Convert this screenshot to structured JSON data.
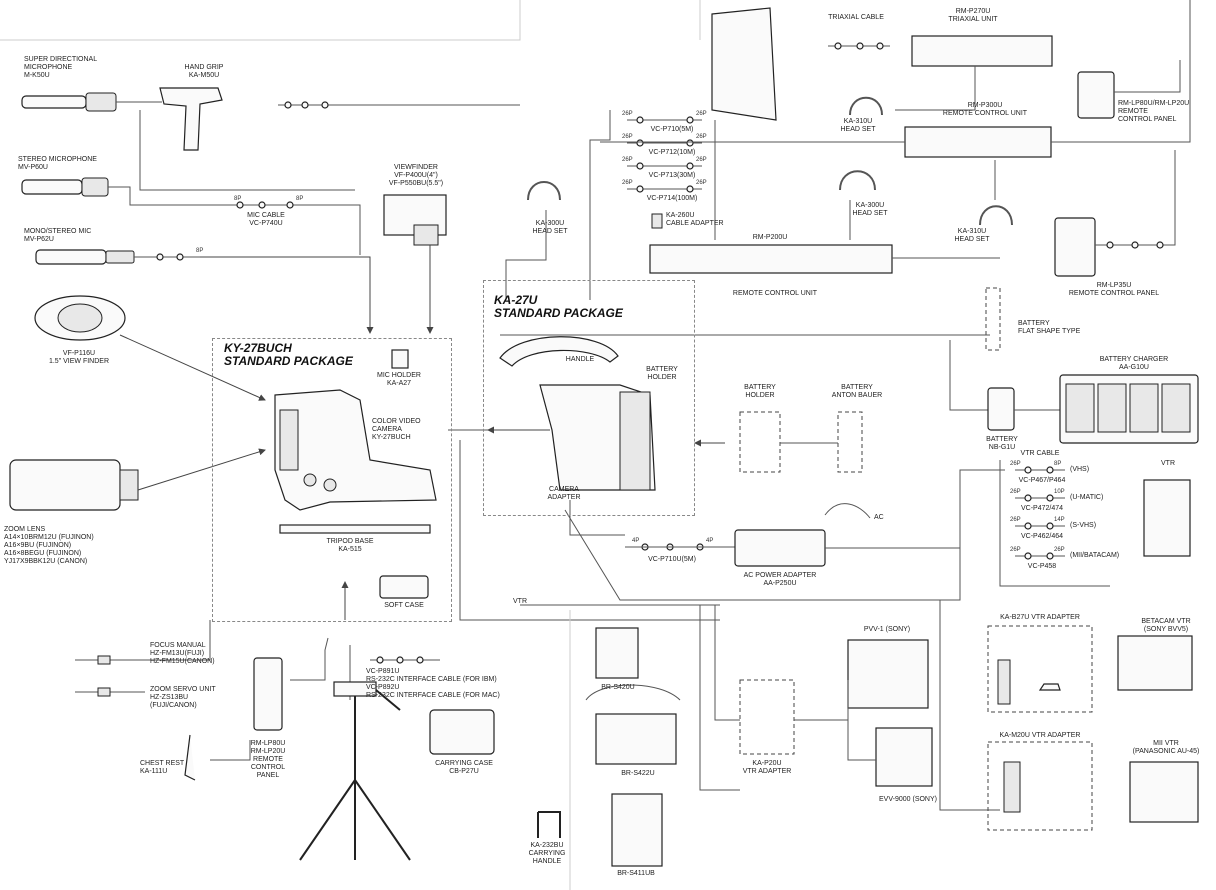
{
  "packages": {
    "camera_package": "KY-27BUCH\nSTANDARD PACKAGE",
    "adapter_package": "KA-27U\nSTANDARD PACKAGE"
  },
  "labels": {
    "super_mic": "SUPER DIRECTIONAL\nMICROPHONE\nM-K50U",
    "hand_grip": "HAND GRIP\nKA-M50U",
    "stereo_mic": "STEREO MICROPHONE\nMV-P60U",
    "mic_cable": "MIC CABLE\nVC-P740U",
    "mono_mic": "MONO/STEREO MIC\nMV-P62U",
    "viewfinder": "VIEWFINDER\nVF-P400U(4\")\nVF-P550BU(5.5\")",
    "vf_small": "VF-P116U\n1.5\" VIEW FINDER",
    "zoom_lens": "ZOOM LENS\nA14×10BRM12U (FUJINON)\nA16×9BU (FUJINON)\nA16×8BEGU (FUJINON)\nYJ17X9BBK12U (CANON)",
    "mic_holder": "MIC HOLDER\nKA-A27",
    "camera": "COLOR VIDEO\nCAMERA\nKY-27BUCH",
    "tripod_base": "TRIPOD BASE\nKA-515",
    "soft_case": "SOFT CASE",
    "focus_manual": "FOCUS MANUAL\nHZ-FM13U(FUJI)\nHZ-FM15U(CANON)",
    "zoom_servo": "ZOOM SERVO UNIT\nHZ-ZS13BU\n(FUJI/CANON)",
    "chest_rest": "CHEST REST\nKA-111U",
    "rm_lp80u": "RM-LP80U\nRM-LP20U\nREMOTE\nCONTROL\nPANEL",
    "vc_p891u": "VC-P891U\nRS-232C INTERFACE CABLE (FOR IBM)\nVC-P892U\nRS-232C INTERFACE CABLE (FOR MAC)",
    "carrying_case": "CARRYING CASE\nCB-P27U",
    "handle": "HANDLE",
    "battery_holder_top": "BATTERY\nHOLDER",
    "camera_adapter": "CAMERA\nADAPTER",
    "battery_holder": "BATTERY\nHOLDER",
    "anton_bauer": "BATTERY\nANTON BAUER",
    "battery_flat": "BATTERY\nFLAT SHAPE TYPE",
    "battery_charger": "BATTERY CHARGER\nAA-G10U",
    "battery_nb": "BATTERY\nNB-G1U",
    "vtr_cable": "VTR CABLE",
    "vtr": "VTR",
    "vhs": "(VHS)",
    "umatic": "(U-MATIC)",
    "svhs": "(S-VHS)",
    "mii": "(MII/BATACAM)",
    "vc_p470": "VC-P467/P464",
    "vc_p472": "VC-P472/474",
    "vc_p462": "VC-P462/464",
    "vc_p458": "VC-P458",
    "vc_p710u": "VC-P710U(5m)",
    "ac_adapter": "AC POWER ADAPTER\nAA-P250U",
    "ac": "AC",
    "ka_300u_left": "KA-300U\nHEAD SET",
    "vc_p710": "VC-P710(5m)",
    "vc_p712": "VC-P712(10m)",
    "vc_p713": "VC-P713(30m)",
    "vc_p714": "VC-P714(100m)",
    "cable_adapter": "KA-260U\nCABLE ADAPTER",
    "rm_p200u": "RM-P200U",
    "remote_unit": "REMOTE CONTROL UNIT",
    "ka_300u_mid": "KA-300U\nHEAD SET",
    "triaxial_cable": "TRIAXIAL CABLE",
    "rm_p270u": "RM-P270U\nTRIAXIAL UNIT",
    "ka_310u": "KA-310U\nHEAD SET",
    "rm_p300u": "RM-P300U\nREMOTE CONTROL UNIT",
    "rm_lp80u_top": "RM-LP80U/RM-LP20U\nREMOTE\nCONTROL PANEL",
    "ka_310u_b": "KA-310U\nHEAD SET",
    "rm_lp35u": "RM-LP35U\nREMOTE CONTROL PANEL",
    "vtr_line": "VTR",
    "br_s420u": "BR-S420U",
    "br_s422u": "BR-S422U",
    "ka_232bu": "KA-232BU\nCARRYING\nHANDLE",
    "br_s411ub": "BR-S411UB",
    "pvv1": "PVV-1 (SONY)",
    "ka_p20u": "KA-P20U\nVTR ADAPTER",
    "evv9000": "EVV-9000 (SONY)",
    "ka_b27u": "KA-B27U VTR ADAPTER",
    "betacam": "BETACAM VTR\n(SONY BVV5)",
    "ka_m20u": "KA-M20U VTR ADAPTER",
    "mii_vtr": "MII VTR\n(PANASONIC AU-45)"
  },
  "pins": {
    "p26": "26P",
    "p8": "8P",
    "p10": "10P",
    "p14": "14P",
    "p4": "4P"
  }
}
